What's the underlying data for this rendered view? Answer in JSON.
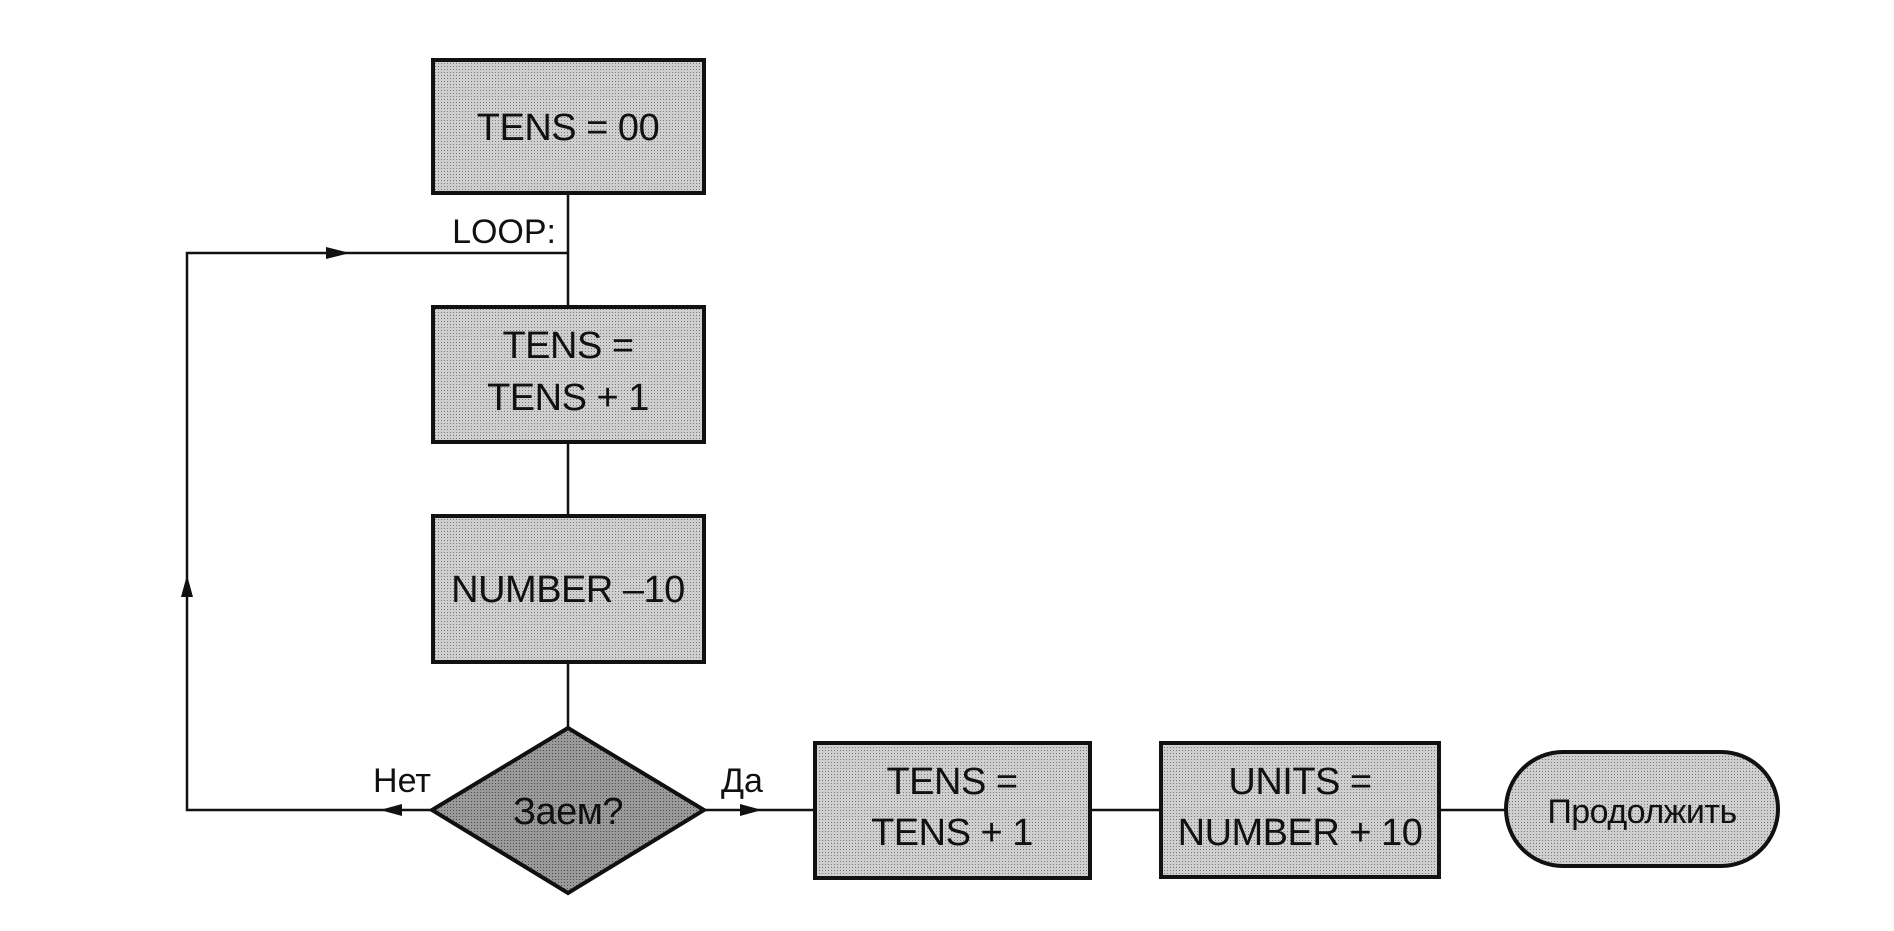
{
  "colors": {
    "box_fill": "#cfcfcf",
    "diamond_fill": "#9a9a9a",
    "stroke": "#111111",
    "background": "#ffffff"
  },
  "nodes": {
    "init": {
      "shape": "rectangle",
      "lines": [
        "TENS = 00"
      ]
    },
    "increment": {
      "shape": "rectangle",
      "lines": [
        "TENS =",
        "TENS + 1"
      ]
    },
    "subtract": {
      "shape": "rectangle",
      "lines": [
        "NUMBER –10"
      ]
    },
    "decision": {
      "shape": "diamond",
      "lines": [
        "Заем?"
      ]
    },
    "tens_inc": {
      "shape": "rectangle",
      "lines": [
        "TENS =",
        "TENS + 1"
      ]
    },
    "units": {
      "shape": "rectangle",
      "lines": [
        "UNITS =",
        "NUMBER + 10"
      ]
    },
    "continue": {
      "shape": "terminator",
      "lines": [
        "Продолжить"
      ]
    }
  },
  "labels": {
    "loop": "LOOP:",
    "no": "Нет",
    "yes": "Да"
  }
}
